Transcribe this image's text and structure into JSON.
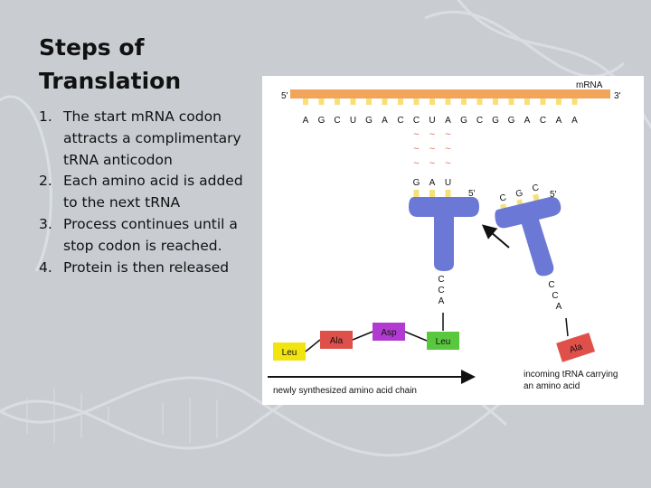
{
  "slide": {
    "title_line1": "Steps of",
    "title_line2": "Translation",
    "steps": [
      {
        "number": "1.",
        "text": "The start mRNA codon attracts a complimentary tRNA anticodon"
      },
      {
        "number": "2.",
        "text": "Each amino acid is added to the next tRNA"
      },
      {
        "number": "3.",
        "text": "Process continues until a stop codon is reached."
      },
      {
        "number": "4.",
        "text": "Protein is then released"
      }
    ]
  },
  "diagram": {
    "mrna_label": "mRNA",
    "five_prime": "5'",
    "three_prime": "3'",
    "bases": [
      "A",
      "G",
      "C",
      "U",
      "G",
      "A",
      "C",
      "C",
      "U",
      "A",
      "G",
      "C",
      "G",
      "G",
      "A",
      "C",
      "A",
      "A"
    ],
    "pairing_mark": "~",
    "anticodon_bases": [
      "G",
      "A",
      "U"
    ],
    "bound_trna_5prime": "5'",
    "bound_trna_tail": [
      "C",
      "C",
      "A"
    ],
    "incoming_anticodon_bases": [
      "C",
      "G",
      "C"
    ],
    "incoming_trna_5prime": "5'",
    "incoming_trna_tail": [
      "C",
      "C",
      "A"
    ],
    "chain": [
      {
        "name": "Leu",
        "color": "#f2e411"
      },
      {
        "name": "Ala",
        "color": "#e0504a"
      },
      {
        "name": "Asp",
        "color": "#b13bd0"
      },
      {
        "name": "Leu",
        "color": "#5ac83f"
      }
    ],
    "incoming_amino_acid": {
      "name": "Ala",
      "color": "#e0504a"
    },
    "incoming_caption_line1": "incoming tRNA carrying",
    "incoming_caption_line2": "an amino acid",
    "chain_caption": "newly synthesized amino acid chain",
    "colors": {
      "mrna_strand": "#f0a55a",
      "mrna_tick": "#f7e07a",
      "trna": "#6b78d6",
      "pairing": "#e06a5a",
      "background": "#c9cdd2"
    }
  }
}
